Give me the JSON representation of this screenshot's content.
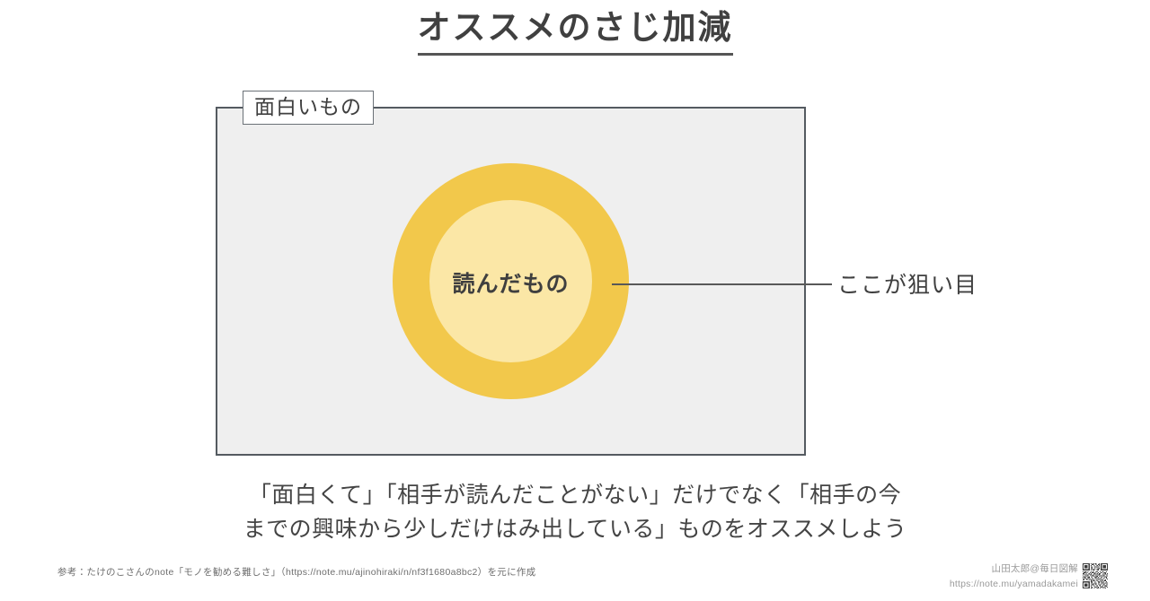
{
  "slide": {
    "title": "オススメのさじ加減",
    "background_color": "#ffffff"
  },
  "diagram": {
    "type": "venn-nested-set",
    "outer_set": {
      "label": "面白いもの",
      "fill_color": "#efefef",
      "border_color": "#545a60"
    },
    "outer_circle": {
      "label": "",
      "fill_color": "#f2c84b"
    },
    "inner_circle": {
      "label": "読んだもの",
      "fill_color": "#fbe7a6"
    },
    "callout": {
      "text": "ここが狙い目",
      "line_color": "#585858"
    }
  },
  "caption": {
    "line1": "「面白くて」「相手が読んだことがない」だけでなく「相手の今",
    "line2": "までの興味から少しだけはみ出している」ものをオススメしよう"
  },
  "footer": {
    "reference": "参考：たけのこさんのnote「モノを勧める難しさ」（https://note.mu/ajinohiraki/n/nf3f1680a8bc2）を元に作成",
    "credit_name": "山田太郎@毎日図解",
    "credit_url": "https://note.mu/yamadakamei",
    "qr_label": "qr-code"
  }
}
